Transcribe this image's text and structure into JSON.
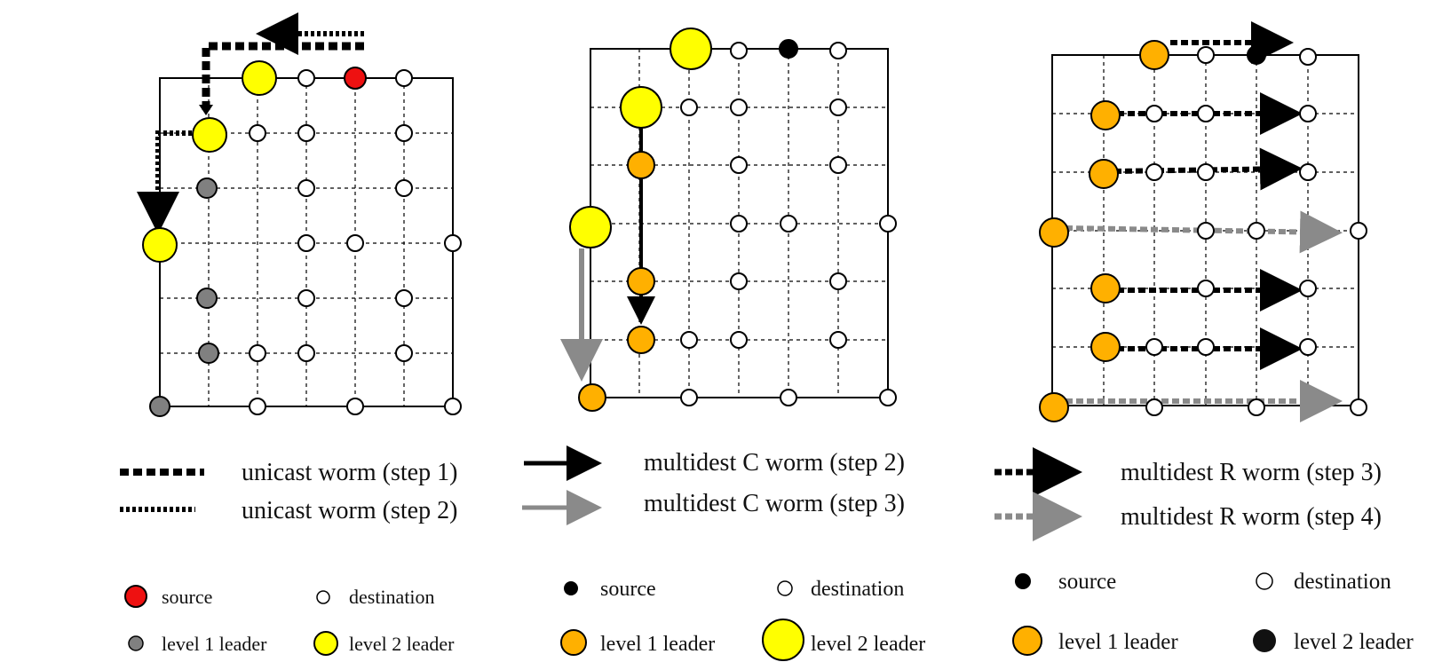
{
  "colors": {
    "source_red": "#ee1111",
    "level2_yellow": "#ffff00",
    "level1_gray": "#808080",
    "level1_orange": "#ffb000",
    "black": "#000000",
    "gray_arrow": "#8a8a8a",
    "white": "#ffffff"
  },
  "panels": [
    {
      "id": "panel-1",
      "legend": {
        "worm_1": "unicast worm (step 1)",
        "worm_2": "unicast worm (step 2)",
        "source": "source",
        "destination": "destination",
        "level1": "level 1  leader",
        "level2": "level 2  leader"
      }
    },
    {
      "id": "panel-2",
      "legend": {
        "worm_1": "multidest  C worm (step 2)",
        "worm_2": "multidest  C worm (step 3)",
        "source": "source",
        "destination": "destination",
        "level1": "level 1  leader",
        "level2": "level 2  leader"
      }
    },
    {
      "id": "panel-3",
      "legend": {
        "worm_1": "multidest  R worm (step 3)",
        "worm_2": "multidest  R worm (step 4)",
        "source": "source",
        "destination": "destination",
        "level1": "level 1  leader",
        "level2": "level 2  leader"
      }
    }
  ]
}
